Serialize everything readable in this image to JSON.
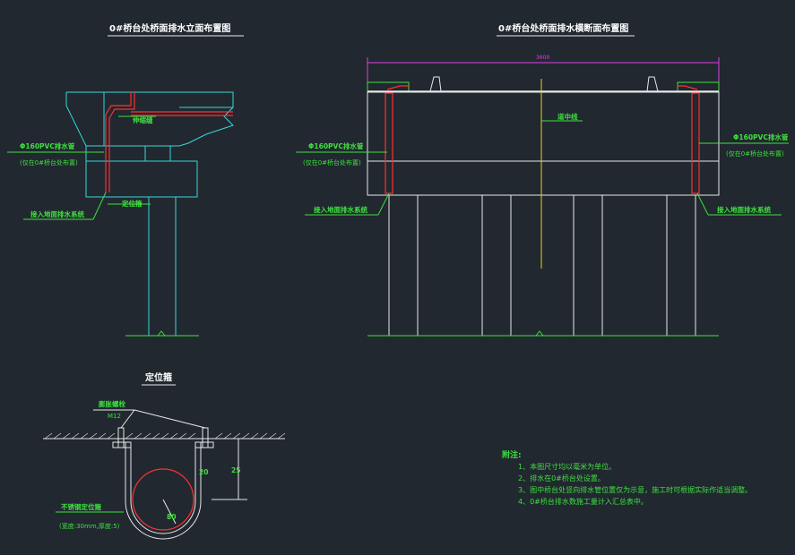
{
  "titles": {
    "side_elevation": "0#桥台处桥面排水立面布置图",
    "cross_section": "0#桥台处桥面排水横断面布置图",
    "fixing_clip": "定位箍"
  },
  "labels": {
    "left_pipe": "Φ160PVC排水管",
    "left_pipe_note": "(仅在0#桥台处布置)",
    "left_joint": "伸缩缝",
    "left_drain": "接入地面排水系统",
    "left_clip": "定位箍",
    "center_line": "道中线",
    "cs_left_pipe": "Φ160PVC排水管",
    "cs_left_pipe_note": "(仅在0#桥台处布置)",
    "cs_right_pipe": "Φ160PVC排水管",
    "cs_right_pipe_note": "(仅在0#桥台处布置)",
    "cs_left_drain": "接入地面排水系统",
    "cs_right_drain": "接入地面排水系统",
    "width_dim": "3600",
    "bolt": "膨胀螺栓",
    "bolt_size": "M12",
    "clip_material": "不锈钢定位箍",
    "clip_spec": "(宽度:30mm,厚度:5)",
    "dim_h": "20",
    "dim_v": "25",
    "dim_r": "80"
  },
  "notes": {
    "heading": "附注:",
    "items": [
      "1、本图尺寸均以毫米为单位。",
      "2、排水在0#桥台处设置。",
      "3、图中桥台处竖向排水管位置仅为示意，施工时可根据实际作适当调整。",
      "4、0#桥台排水数施工量计入汇总表中。"
    ]
  },
  "colors": {
    "background": "#212830",
    "structure": "#e8e8e8",
    "abutment": "#35d7d7",
    "pipe": "#ff3030",
    "annotation": "#3ee03e",
    "dimension": "#e040e0",
    "center": "#e8d020"
  }
}
